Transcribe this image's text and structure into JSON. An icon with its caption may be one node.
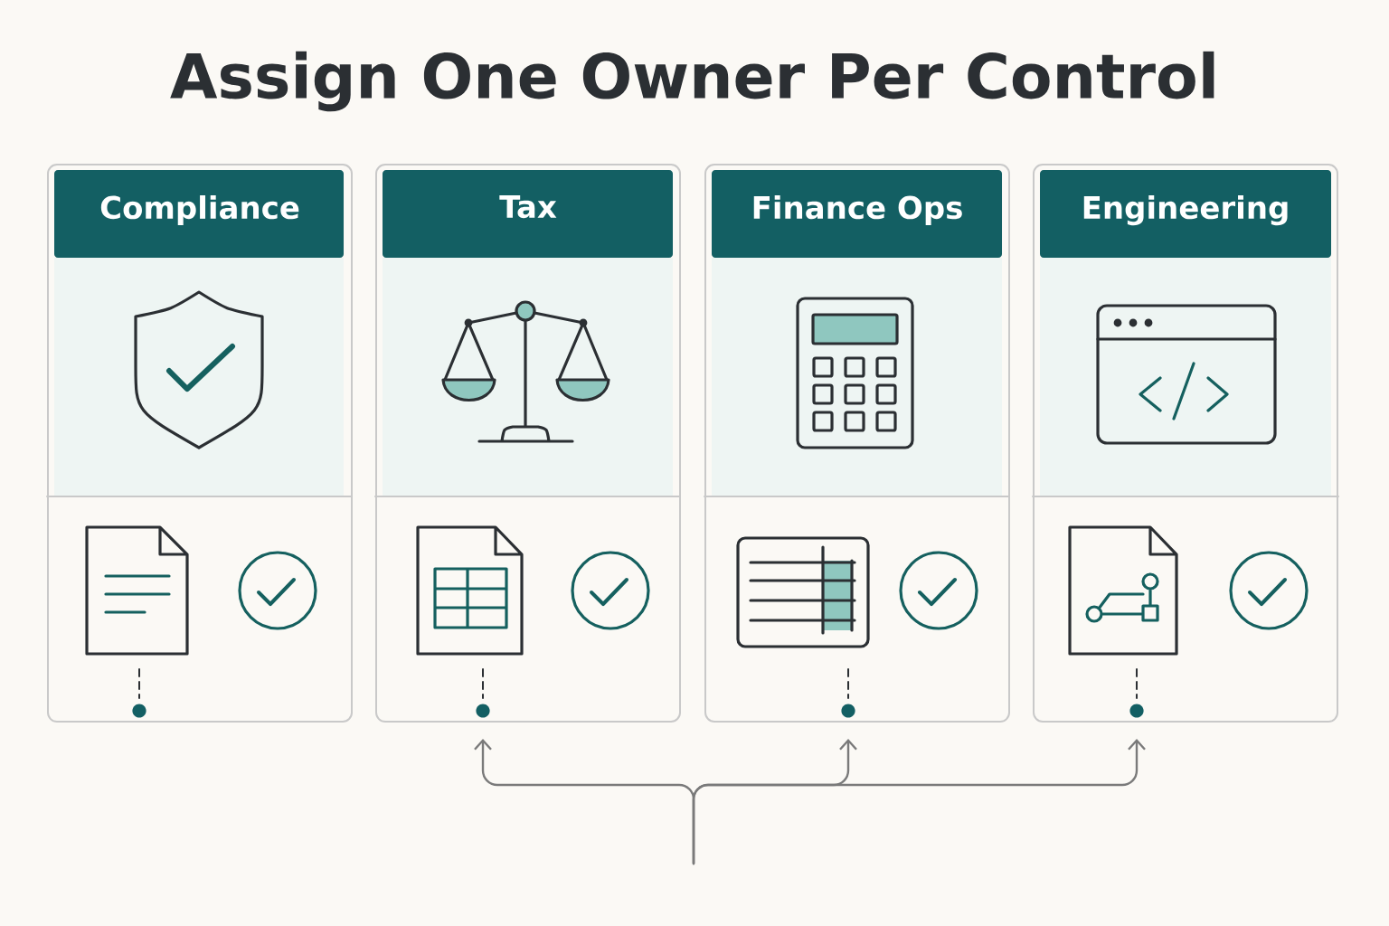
{
  "diagram": {
    "title": "Assign One Owner Per Control",
    "nodes": [
      {
        "text": [
          "Compliance"
        ]
      },
      {
        "text": [
          "Tax"
        ]
      },
      {
        "text": [
          "Finance Ops"
        ]
      },
      {
        "text": [
          "Engineering"
        ]
      }
    ],
    "edges": [
      {
        "from": null,
        "to": 1,
        "arrow": "to"
      },
      {
        "from": null,
        "to": 2,
        "arrow": "to"
      },
      {
        "from": null,
        "to": 3,
        "arrow": "to"
      }
    ]
  }
}
